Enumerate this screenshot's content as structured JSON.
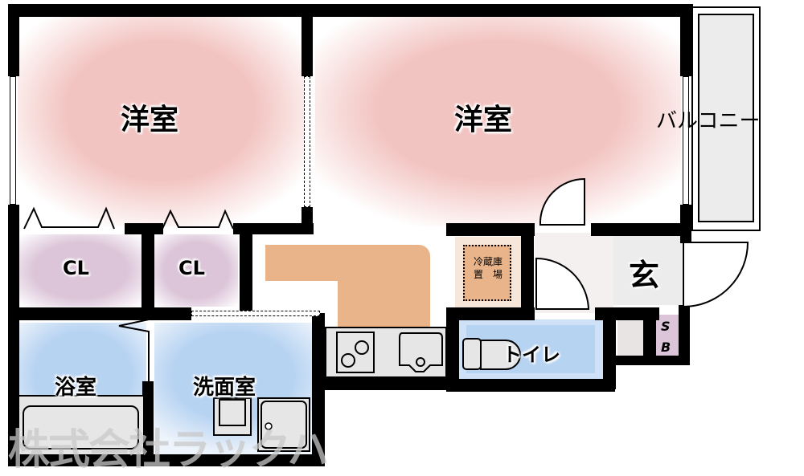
{
  "floorplan": {
    "rooms": [
      {
        "id": "western-room-1",
        "label": "洋室",
        "color": "#f2c4c1"
      },
      {
        "id": "western-room-2",
        "label": "洋室",
        "color": "#f2c4c1"
      },
      {
        "id": "balcony",
        "label": "バルコニー",
        "color": "#ececec"
      },
      {
        "id": "closet-1",
        "label": "CL",
        "color": "#dcc5d9"
      },
      {
        "id": "closet-2",
        "label": "CL",
        "color": "#dcc5d9"
      },
      {
        "id": "kitchen",
        "label": "",
        "color": "#e9b48a"
      },
      {
        "id": "fridge-space",
        "label": "冷蔵庫置場",
        "line1": "冷蔵庫",
        "line2": "置　場",
        "color": "#e9b48a"
      },
      {
        "id": "entrance",
        "label": "玄",
        "color": "#e8e4e4"
      },
      {
        "id": "toilet",
        "label": "トイレ",
        "color": "#b7d3f2"
      },
      {
        "id": "shoe-box",
        "label": "SB",
        "s": "S",
        "b": "B",
        "color": "#dcc5d9"
      },
      {
        "id": "bathroom",
        "label": "浴室",
        "color": "#b7d3f2"
      },
      {
        "id": "washroom",
        "label": "洗面室",
        "color": "#b7d3f2"
      }
    ],
    "watermark": "株式会社ラックハ"
  }
}
